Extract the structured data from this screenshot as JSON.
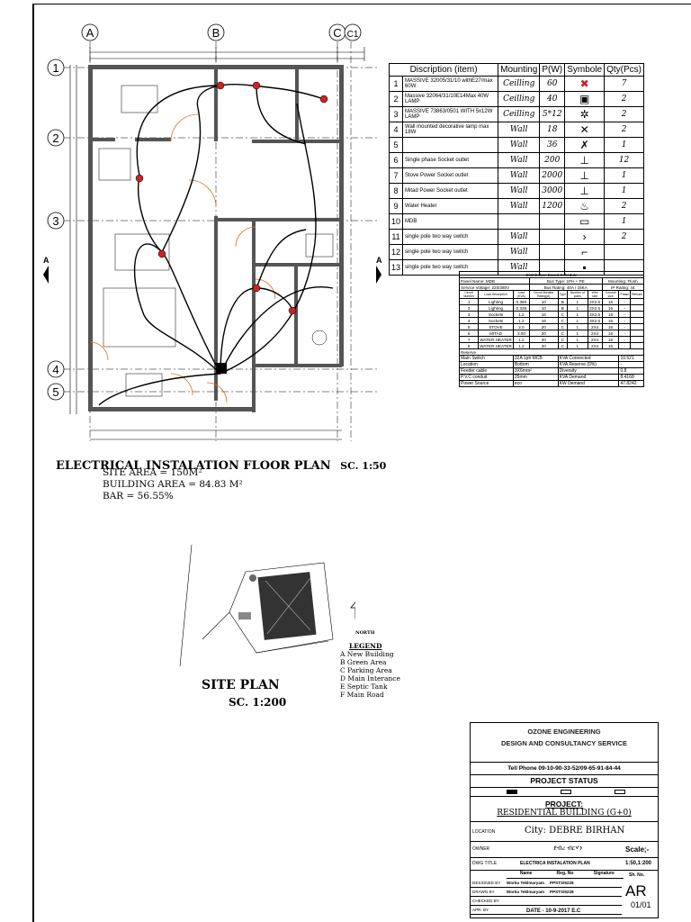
{
  "grid_axes": {
    "columns": [
      "A",
      "B",
      "C",
      "C1"
    ],
    "rows": [
      "1",
      "2",
      "3",
      "4",
      "5"
    ],
    "section_marker": "A"
  },
  "legend_table": {
    "headers": [
      "Discription (item)",
      "Mounting",
      "P(W)",
      "Symbole",
      "Qty(Pcs)"
    ],
    "rows": [
      {
        "no": "1",
        "item": "MASSIVE 32005/31/10 withE27/max 60W",
        "mounting": "Ceilling",
        "pw": "60",
        "symbol_icon": "ceiling-lamp-cross-icon",
        "qty": "7"
      },
      {
        "no": "2",
        "item": "Massive 32064/31/10E14Max 40W LAMP",
        "mounting": "Ceilling",
        "pw": "40",
        "symbol_icon": "box-lamp-icon",
        "qty": "2"
      },
      {
        "no": "3",
        "item": "MASSIVE 73863/0501 WITH 5x12W LAMP",
        "mounting": "Ceilling",
        "pw": "5*12",
        "symbol_icon": "chandelier-icon",
        "qty": "2"
      },
      {
        "no": "4",
        "item": "Wall mounted decorative lamp max 18W",
        "mounting": "Wall",
        "pw": "18",
        "symbol_icon": "wall-lamp-icon",
        "qty": "2"
      },
      {
        "no": "5",
        "item": "",
        "mounting": "Wall",
        "pw": "36",
        "symbol_icon": "wall-fixture-icon",
        "qty": "1"
      },
      {
        "no": "6",
        "item": "Single phase Socket outlet",
        "mounting": "Wall",
        "pw": "200",
        "symbol_icon": "socket-outlet-icon",
        "qty": "12"
      },
      {
        "no": "7",
        "item": "Stove Power Socket outlet",
        "mounting": "Wall",
        "pw": "2000",
        "symbol_icon": "stove-socket-icon",
        "qty": "1"
      },
      {
        "no": "8",
        "item": "Mitad Power Socket outlet",
        "mounting": "Wall",
        "pw": "3000",
        "symbol_icon": "mitad-socket-icon",
        "qty": "1"
      },
      {
        "no": "9",
        "item": "Water Heater",
        "mounting": "Wall",
        "pw": "1200",
        "symbol_icon": "water-heater-icon",
        "qty": "2"
      },
      {
        "no": "10",
        "item": "MDB",
        "mounting": "",
        "pw": "",
        "symbol_icon": "mdb-panel-icon",
        "qty": "1"
      },
      {
        "no": "11",
        "item": "single pole two way switch",
        "mounting": "Wall",
        "pw": "",
        "symbol_icon": "switch-two-way-icon",
        "qty": "2"
      },
      {
        "no": "12",
        "item": "single pole two way switch",
        "mounting": "Wall",
        "pw": "",
        "symbol_icon": "switch-icon",
        "qty": ""
      },
      {
        "no": "13",
        "item": "single pole two way switch",
        "mounting": "Wall",
        "pw": "",
        "symbol_icon": "switch-one-way-icon",
        "qty": ""
      }
    ]
  },
  "distribution": {
    "title": "Distribution Board Schedule",
    "panel_name": "Panel Name: MDB",
    "bus_type": "Bus Type: 1PH + PE",
    "mounting": "Mounting: Flush",
    "service_voltage": "Service Voltage: 220/380V",
    "bus_rating": "Bus Rating: 40A / 16KA",
    "ip_rating": "IP Rating: 44",
    "col_headers": [
      "Circuit Number",
      "Load Description",
      "Load (KVA)",
      "Circuit Breaker Rating(A)",
      "Type",
      "Number of poles",
      "Wire size",
      "Conduit size",
      "Phase",
      "Remark"
    ],
    "rows": [
      [
        "1",
        "Lighting",
        "0.380",
        "10",
        "B",
        "1",
        "2X2.5",
        "16",
        "-"
      ],
      [
        "2",
        "Lighting",
        "0.338",
        "10",
        "B",
        "1",
        "2X2.5",
        "16",
        "-"
      ],
      [
        "3",
        "Sockets",
        "1.2",
        "16",
        "C",
        "1",
        "3X2.5",
        "16",
        "-"
      ],
      [
        "4",
        "Sockets",
        "1.2",
        "16",
        "C",
        "1",
        "3X2.5",
        "16",
        "-"
      ],
      [
        "5",
        "STOVE",
        "2.0",
        "20",
        "C",
        "1",
        "2X4",
        "16",
        "-"
      ],
      [
        "6",
        "MITAD",
        "3.00",
        "20",
        "C",
        "1",
        "2X4",
        "16",
        "-"
      ],
      [
        "7",
        "WATER HEATER",
        "1.2",
        "20",
        "C",
        "1",
        "2X4",
        "16",
        "-"
      ],
      [
        "8",
        "WATER HEATER",
        "1.2",
        "20",
        "C",
        "1",
        "2X4",
        "16",
        "-"
      ]
    ],
    "reserve": "Reserve",
    "summary": [
      [
        "Main Switch",
        "32A 1ph MCB",
        "KVA Connected",
        "10.521"
      ],
      [
        "Location",
        "Bottom",
        "KVA Reserve (0%)",
        "-"
      ],
      [
        "Feeder cable",
        "3X6mm²",
        "Diversity",
        "0.8"
      ],
      [
        "P.V.C conduit",
        "25mm",
        "KVA Demand",
        "8.4168"
      ],
      [
        "Power Source",
        "eco",
        "KW Demand",
        "47.8242"
      ]
    ]
  },
  "plan": {
    "title": "ELECTRICAL INSTALATION FLOOR PLAN",
    "scale": "SC. 1:50",
    "site_area": "SITE AREA = 150M²",
    "building_area": "BUILDING AREA = 84.83 M²",
    "bar": "BAR = 56.55%"
  },
  "site": {
    "title": "SITE PLAN",
    "scale": "SC. 1:200",
    "north_label": "NORTH",
    "legend_title": "LEGEND",
    "legend_items": [
      "A  New Building",
      "B  Green Area",
      "C  Parking Area",
      "D  Main Interance",
      "E  Septic Tank",
      "F  Main Road"
    ]
  },
  "title_block": {
    "firm_line1": "OZONE ENGINEERING",
    "firm_line2": "DESIGN AND CONSULTANCY SERVICE",
    "phone": "Tell Phone 09-10-90-33-52/09-65-91-84-44",
    "status": "PROJECT STATUS",
    "project_label": "PROJECT:",
    "project_value": "RESIDENTIAL BUILDING (G+0)",
    "location_label": "LOCATION",
    "location_value": "City: DEBRE BIRHAN",
    "owner_label": "OWNER",
    "owner_value": "ደብረ ብርሃን",
    "dwg_label": "DWG TITLE",
    "dwg_value": "ELECTRICA INSTALATION PLAN",
    "scale_label": "Scale;-",
    "scale_value": "1:50,1:200",
    "sign_headers": [
      "Name",
      "Reg. No",
      "Signature"
    ],
    "sign_rows": [
      {
        "role": "DESIGNED BY",
        "name": "Worku Teklmaryam",
        "reg": "PPSTS/6228"
      },
      {
        "role": "DRAWN BY",
        "name": "Worku Teklmaryam",
        "reg": "PPSTS/6228"
      },
      {
        "role": "CHECKED BY",
        "name": "",
        "reg": ""
      },
      {
        "role": "APR. BY",
        "name": "",
        "reg": ""
      }
    ],
    "sh_no_label": "Sh. No.",
    "sheet_code": "AR",
    "sheet_num": "01/01",
    "date": "DATE - 10-9-2017 E.C"
  }
}
